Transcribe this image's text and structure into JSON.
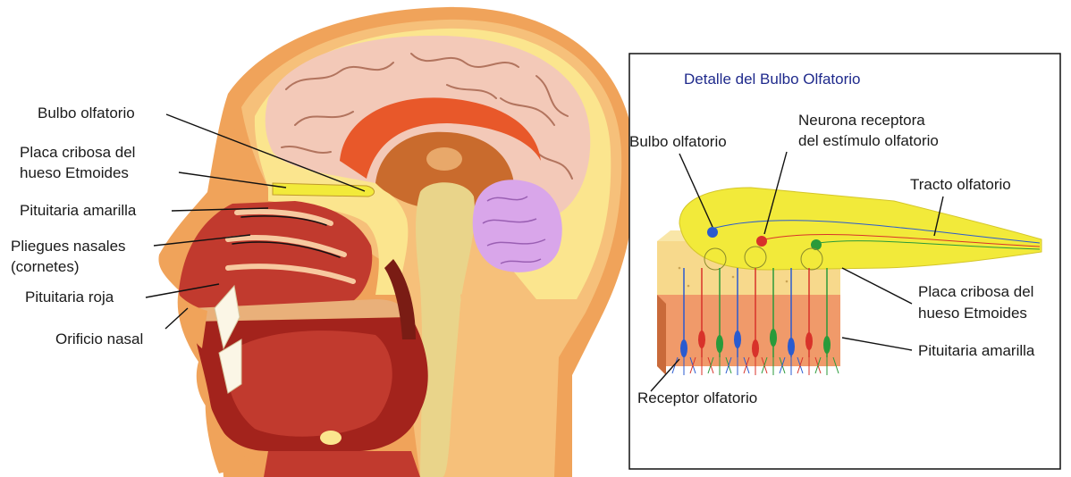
{
  "head_labels": {
    "bulbo_olfatorio": "Bulbo olfatorio",
    "placa_cribosa_line1": "Placa cribosa del",
    "placa_cribosa_line2": "hueso Etmoides",
    "pituitaria_amarilla": "Pituitaria amarilla",
    "pliegues_nasales_line1": "Pliegues nasales",
    "pliegues_nasales_line2": "(cornetes)",
    "pituitaria_roja": "Pituitaria roja",
    "orificio_nasal": "Orificio nasal"
  },
  "detail": {
    "title": "Detalle del  Bulbo Olfatorio",
    "bulbo_olfatorio": "Bulbo olfatorio",
    "neurona_line1": "Neurona receptora",
    "neurona_line2": "del estímulo olfatorio",
    "tracto_olfatorio": "Tracto olfatorio",
    "placa_cribosa_line1": "Placa cribosa del",
    "placa_cribosa_line2": "hueso Etmoides",
    "pituitaria_amarilla": "Pituitaria amarilla",
    "receptor_olfatorio": "Receptor olfatorio"
  },
  "colors": {
    "skin": "#f0a35a",
    "skin_light": "#f6c07a",
    "skull": "#fbe58e",
    "brain": "#f3c9b8",
    "brain_fold": "#b2745e",
    "corpus": "#e8582a",
    "midbrain": "#c96b2d",
    "cerebellum": "#d9a6ea",
    "stem": "#e9d48a",
    "nasal_red": "#c13a2e",
    "mouth_dark": "#a3231c",
    "bulb_yellow": "#f2ea3a",
    "cribosa": "#f7d98c",
    "pituitaria": "#f09a6a",
    "title_blue": "#1f2a8c"
  }
}
